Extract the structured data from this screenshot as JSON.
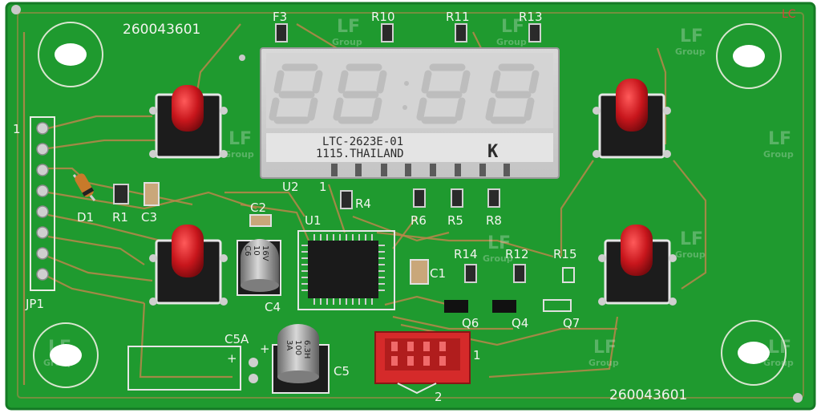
{
  "board": {
    "part_number_top": "260043601",
    "part_number_bottom": "260043601",
    "corner_mark": "LC",
    "colors": {
      "pcb": "#1f9a2f",
      "pcb_dark": "#17802a",
      "silk": "#f2f4ee",
      "trace": "#b8864a",
      "button": "#c8161c",
      "connector": "#d52a2a"
    }
  },
  "display": {
    "model_line": "LTC-2623E-01",
    "origin_line": "1115.THAILAND",
    "brand_glyph": "K",
    "digits": "8888"
  },
  "labels": {
    "r10": "R10",
    "r11": "R11",
    "r13": "R13",
    "f3": "F3",
    "u2": "U2",
    "pin1": "1",
    "r4": "R4",
    "r6": "R6",
    "r5": "R5",
    "r8": "R8",
    "d1": "D1",
    "r1": "R1",
    "c3": "C3",
    "c2": "C2",
    "u1": "U1",
    "c4": "C4",
    "c1": "C1",
    "r14": "R14",
    "r12": "R12",
    "r15": "R15",
    "q6": "Q6",
    "q4": "Q4",
    "q7": "Q7",
    "c5a": "C5A",
    "c5": "C5",
    "jp1": "JP1",
    "jp1_pin1": "1",
    "conn_pin1": "1",
    "conn_pin2": "2",
    "plus1": "+",
    "plus2": "+"
  },
  "capacitors": {
    "c4_text": [
      "C6",
      "10",
      "16V"
    ],
    "c5_text": [
      "3A",
      "100",
      "6.3H"
    ]
  },
  "watermark": {
    "logo": "LF",
    "sub": "Group"
  },
  "buttons": [
    "top-left",
    "top-right",
    "bottom-left",
    "bottom-right"
  ]
}
